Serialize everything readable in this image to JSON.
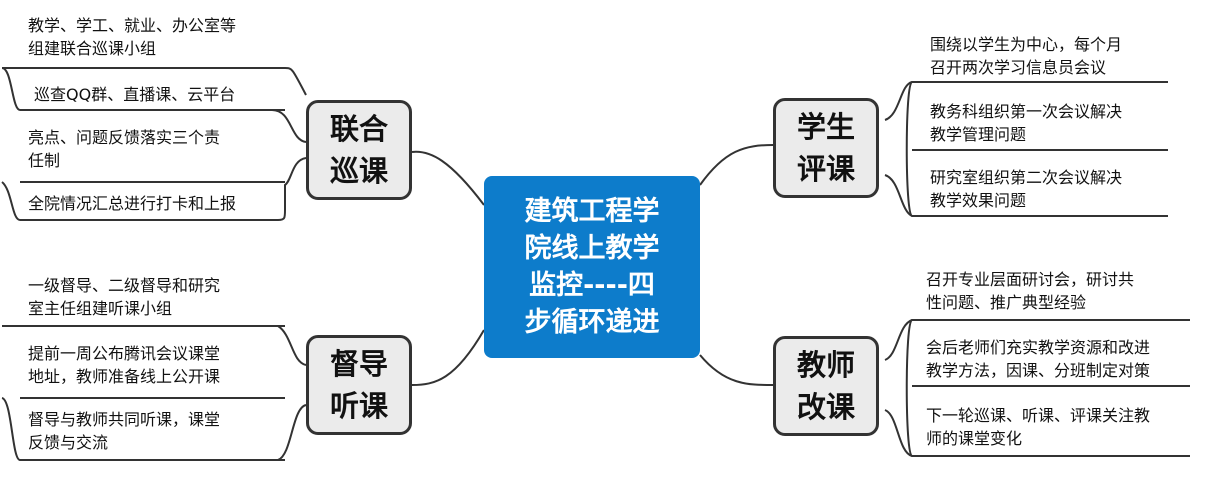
{
  "center": {
    "lines": [
      "建筑工程学",
      "院线上教学",
      "监控----四",
      "步循环递进"
    ]
  },
  "branches": {
    "lianhe": {
      "lines": [
        "联合",
        "巡课"
      ],
      "items": [
        [
          "教学、学工、就业、办公室等",
          "组建联合巡课小组"
        ],
        [
          "巡查QQ群、直播课、云平台"
        ],
        [
          "亮点、问题反馈落实三个责",
          "任制"
        ],
        [
          "全院情况汇总进行打卡和上报"
        ]
      ]
    },
    "dudao": {
      "lines": [
        "督导",
        "听课"
      ],
      "items": [
        [
          "一级督导、二级督导和研究",
          "室主任组建听课小组"
        ],
        [
          "提前一周公布腾讯会议课堂",
          "地址，教师准备线上公开课"
        ],
        [
          "督导与教师共同听课，课堂",
          "反馈与交流"
        ]
      ]
    },
    "xuesheng": {
      "lines": [
        "学生",
        "评课"
      ],
      "items": [
        [
          "围绕以学生为中心，每个月",
          "召开两次学习信息员会议"
        ],
        [
          "教务科组织第一次会议解决",
          "教学管理问题"
        ],
        [
          "研究室组织第二次会议解决",
          "教学效果问题"
        ]
      ]
    },
    "jiaoshi": {
      "lines": [
        "教师",
        "改课"
      ],
      "items": [
        [
          "召开专业层面研讨会，研讨共",
          "性问题、推广典型经验"
        ],
        [
          "会后老师们充实教学资源和改进",
          "教学方法，因课、分班制定对策"
        ],
        [
          "下一轮巡课、听课、评课关注教",
          "师的课堂变化"
        ]
      ]
    }
  },
  "colors": {
    "center_fill": "#0d7ccb",
    "branch_fill": "#ebebeb",
    "branch_border": "#333333",
    "line": "#333333"
  }
}
